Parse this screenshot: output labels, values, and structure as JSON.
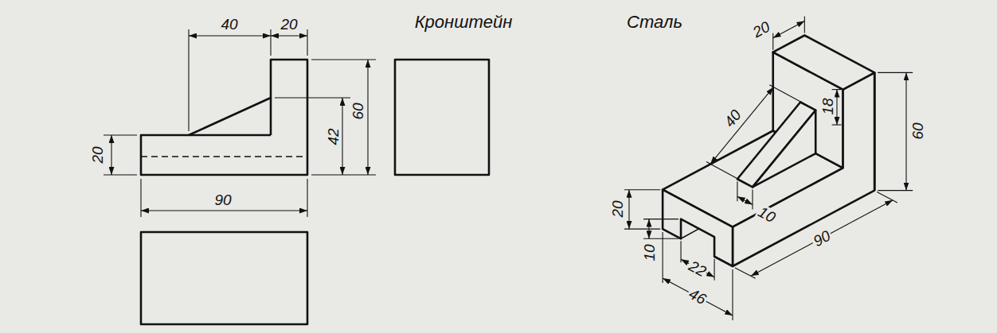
{
  "diagram": {
    "title": "Кронштейн",
    "labels": [
      "Сталь",
      "40",
      "20",
      "20",
      "60",
      "42",
      "90",
      "20",
      "18",
      "60",
      "40",
      "20",
      "10",
      "10",
      "22",
      "46",
      "90"
    ]
  }
}
